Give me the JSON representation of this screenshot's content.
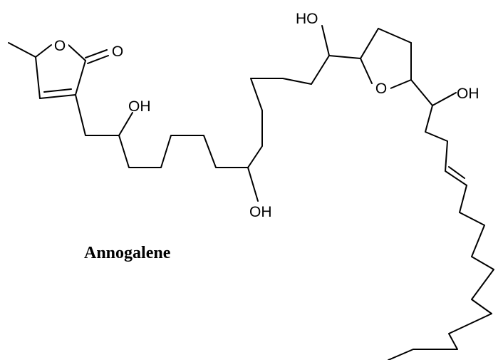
{
  "compound": {
    "name": "Annogalene"
  },
  "atom_labels": {
    "lactone_ring_oxygen": "O",
    "carbonyl_oxygen": "O",
    "hydroxyl_1": "OH",
    "hydroxyl_2": "OH",
    "hydroxyl_3": "HO",
    "thf_ring_oxygen": "O",
    "hydroxyl_4": "OH"
  },
  "colors": {
    "bond": "#000000",
    "background": "#ffffff"
  }
}
